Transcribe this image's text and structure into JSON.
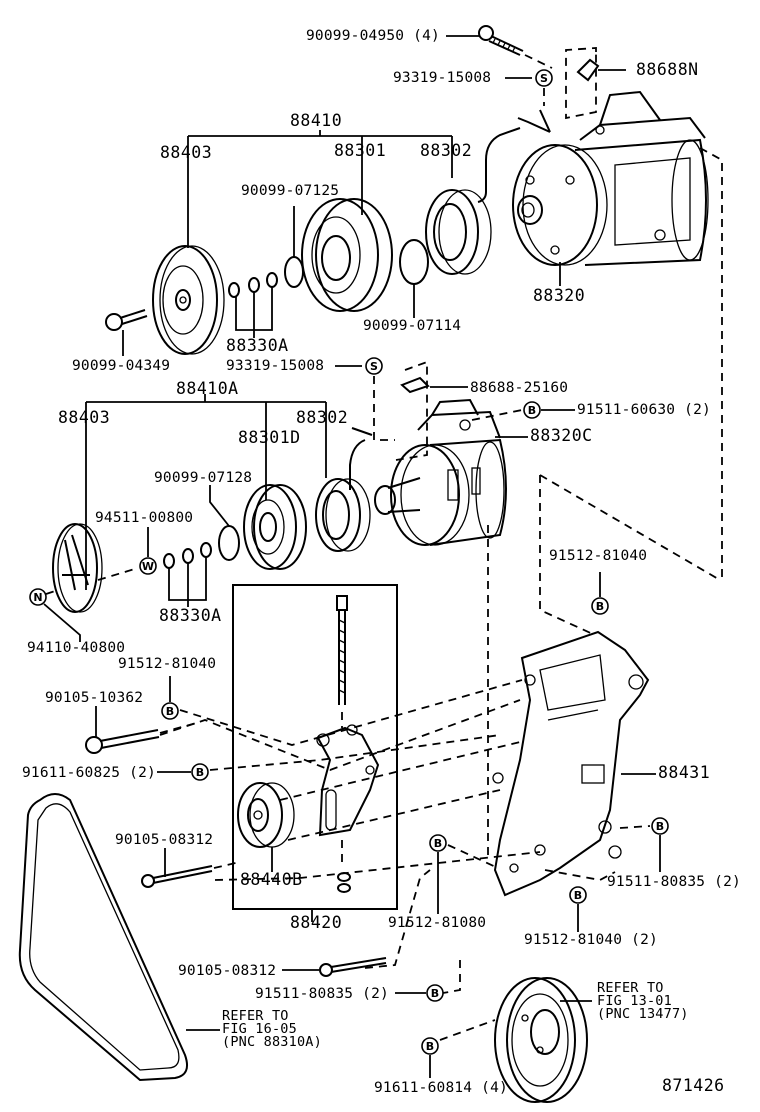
{
  "diagram": {
    "figure_number": "871426",
    "labels": {
      "bolt_top": "90099-04950 (4)",
      "washer_s_top": "93319-15008",
      "clip_top": "88688N",
      "clutch_assy": "88410",
      "pressure_plate_top": "88403",
      "rotor_top": "88301",
      "stator_top": "88302",
      "snap_ring_top": "90099-07125",
      "snap_ring_b_top": "90099-07114",
      "compressor_top": "88320",
      "shims_top": "88330A",
      "bolt_hub_top": "90099-04349",
      "washer_s_mid": "93319-15008",
      "clutch_assy_alt": "88410A",
      "clip_mid": "88688-25160",
      "pressure_plate_mid": "88403",
      "stator_mid": "88302",
      "bolt_b_mid": "91511-60630 (2)",
      "rotor_mid": "88301D",
      "compressor_mid": "88320C",
      "snap_ring_mid": "90099-07128",
      "washer_w": "94511-00800",
      "shims_mid": "88330A",
      "nut_n": "94110-40800",
      "bolt_b_right": "91512-81040",
      "bolt_b_left": "91512-81040",
      "bolt_long": "90105-10362",
      "bracket": "88431",
      "bolt_b_611": "91611-60825 (2)",
      "bolt_mid_left": "90105-08312",
      "idler_pulley": "88440B",
      "bolt_511_right": "91511-80835 (2)",
      "idler_bracket_assy": "88420",
      "bolt_080": "91512-81080",
      "bolt_040_2": "91512-81040 (2)",
      "bolt_bottom": "90105-08312",
      "bolt_511_bottom": "91511-80835 (2)",
      "bolt_611_bottom": "91611-60814 (4)"
    },
    "belt_note": {
      "line1": "REFER TO",
      "line2": "FIG 16-05",
      "line3": "(PNC 88310A)"
    },
    "pulley_note": {
      "line1": "REFER TO",
      "line2": "FIG 13-01",
      "line3": "(PNC 13477)"
    },
    "symbols": {
      "s": "S",
      "b": "B",
      "w": "W",
      "n": "N"
    }
  }
}
